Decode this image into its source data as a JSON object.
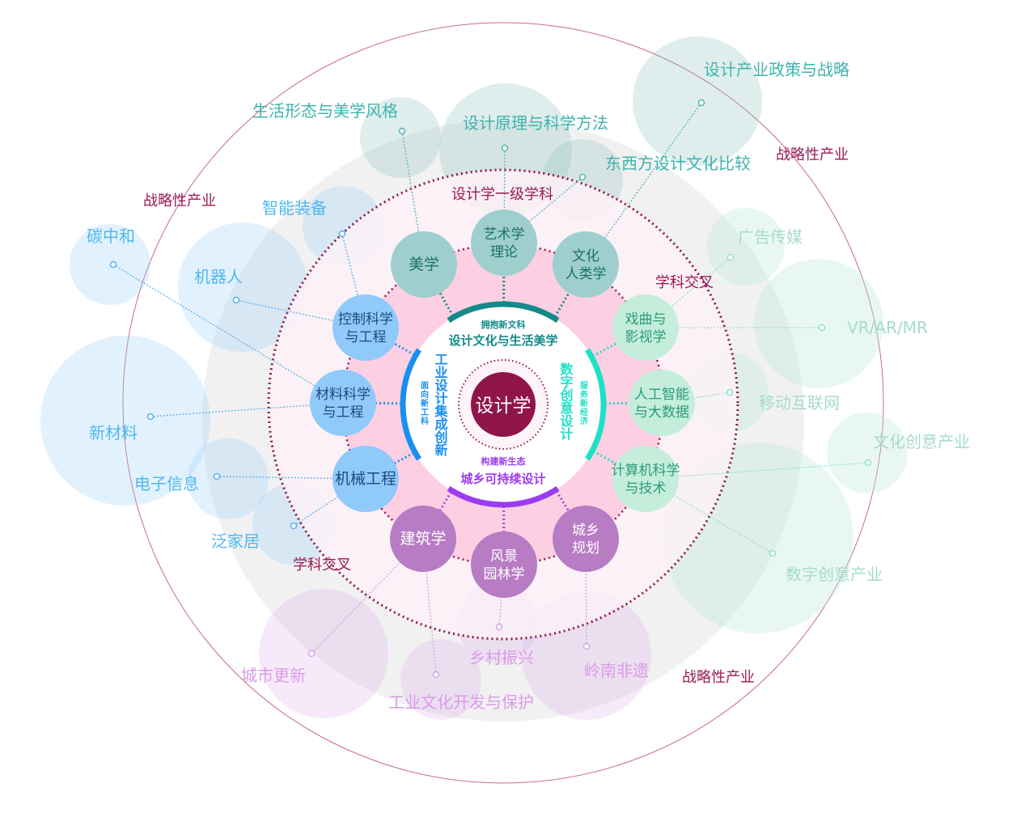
{
  "center": {
    "label": "设计学"
  },
  "directions": {
    "top": {
      "sub": "拥抱新文科",
      "main": "设计文化与生活美学"
    },
    "right": {
      "main": "数字创意设计",
      "sub": "服务新经济"
    },
    "bottom": {
      "sub": "构建新生态",
      "main": "城乡可持续设计"
    },
    "left": {
      "main": "工业设计集成创新",
      "sub": "面向新工科"
    }
  },
  "disciplines": [
    {
      "lines": [
        "美学"
      ],
      "group": "teal"
    },
    {
      "lines": [
        "艺术学",
        "理论"
      ],
      "group": "teal"
    },
    {
      "lines": [
        "文化",
        "人类学"
      ],
      "group": "teal"
    },
    {
      "lines": [
        "戏曲与",
        "影视学"
      ],
      "group": "green"
    },
    {
      "lines": [
        "人工智能",
        "与大数据"
      ],
      "group": "green"
    },
    {
      "lines": [
        "计算机科学",
        "与技术"
      ],
      "group": "green"
    },
    {
      "lines": [
        "城乡",
        "规划"
      ],
      "group": "purple"
    },
    {
      "lines": [
        "风景",
        "园林学"
      ],
      "group": "purple"
    },
    {
      "lines": [
        "建筑学"
      ],
      "group": "purple"
    },
    {
      "lines": [
        "机械工程"
      ],
      "group": "blue"
    },
    {
      "lines": [
        "材料科学",
        "与工程"
      ],
      "group": "blue"
    },
    {
      "lines": [
        "控制科学",
        "与工程"
      ],
      "group": "blue"
    }
  ],
  "outer_topics": [
    {
      "label": "生活形态与美学风格",
      "group": "teal"
    },
    {
      "label": "设计原理与科学方法",
      "group": "teal"
    },
    {
      "label": "东西方设计文化比较",
      "group": "teal"
    },
    {
      "label": "设计产业政策与战略",
      "group": "teal"
    },
    {
      "label": "广告传媒",
      "group": "green"
    },
    {
      "label": "VR/AR/MR",
      "group": "green"
    },
    {
      "label": "移动互联网",
      "group": "green"
    },
    {
      "label": "文化创意产业",
      "group": "green"
    },
    {
      "label": "数字创意产业",
      "group": "green"
    },
    {
      "label": "智能装备",
      "group": "blue"
    },
    {
      "label": "碳中和",
      "group": "blue"
    },
    {
      "label": "机器人",
      "group": "blue"
    },
    {
      "label": "新材料",
      "group": "blue"
    },
    {
      "label": "电子信息",
      "group": "blue"
    },
    {
      "label": "泛家居",
      "group": "blue"
    },
    {
      "label": "城市更新",
      "group": "purple"
    },
    {
      "label": "工业文化开发与保护",
      "group": "purple"
    },
    {
      "label": "乡村振兴",
      "group": "purple"
    },
    {
      "label": "岭南非遗",
      "group": "purple"
    }
  ],
  "ring_labels": [
    "设计学一级学科",
    "学科交叉",
    "学科交叉",
    "战略性产业",
    "战略性产业",
    "战略性产业"
  ],
  "colors": {
    "crimson": "#8f1549",
    "teal": "#138a87",
    "cyan": "#1fe0c6",
    "purple": "#9b3cf0",
    "blue": "#1a8ff0"
  }
}
